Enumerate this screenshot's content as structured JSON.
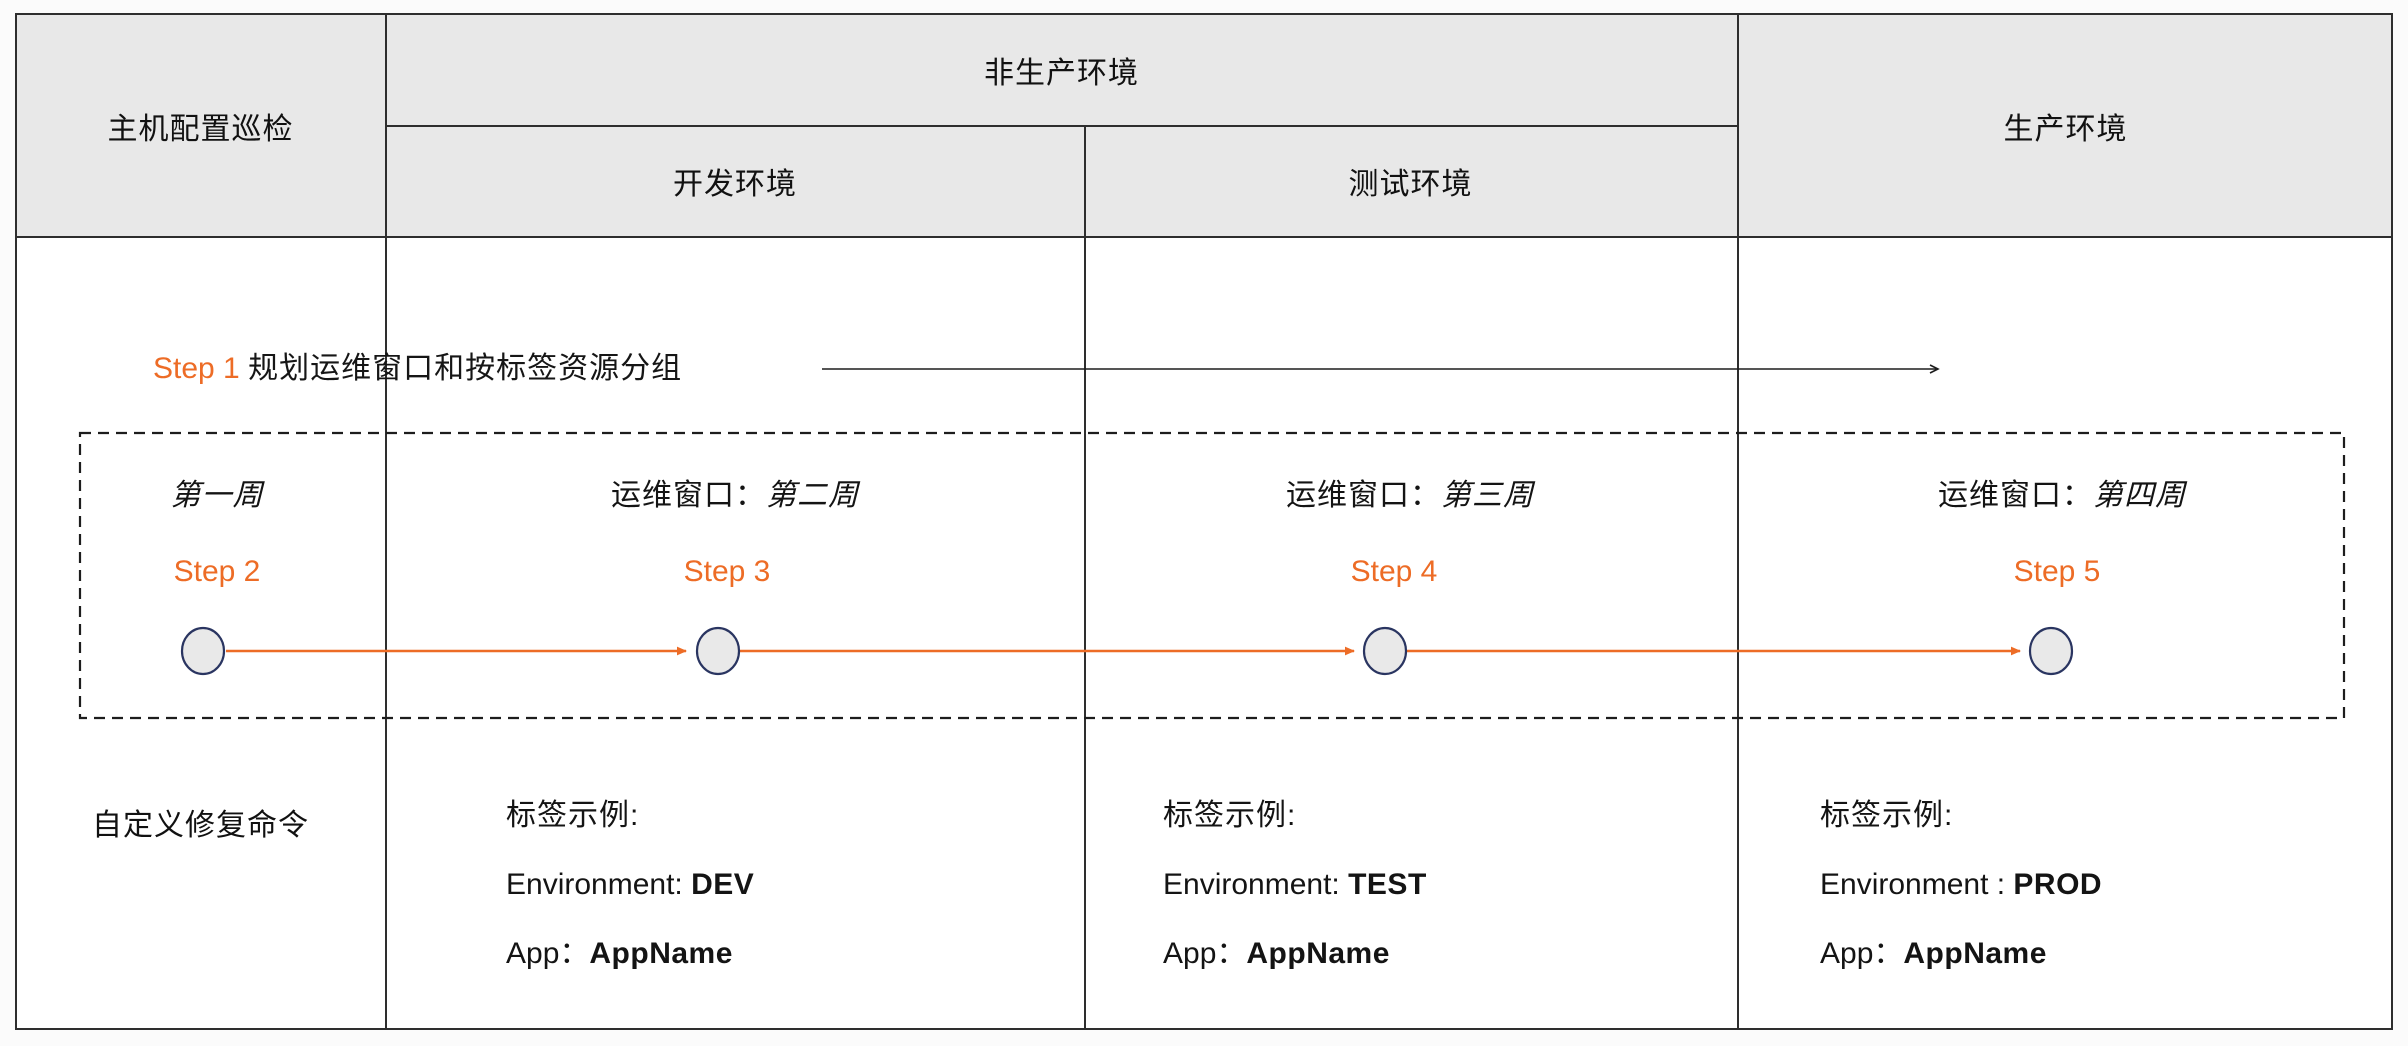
{
  "header": {
    "host_inspection": "主机配置巡检",
    "non_prod": "非生产环境",
    "dev": "开发环境",
    "test": "测试环境",
    "prod": "生产环境"
  },
  "step1": {
    "label": "Step 1",
    "text": "规划运维窗口和按标签资源分组"
  },
  "timeline": {
    "weeks": [
      {
        "prefix": "",
        "week": "第一周"
      },
      {
        "prefix": "运维窗口：",
        "week": "第二周"
      },
      {
        "prefix": "运维窗口：",
        "week": "第三周"
      },
      {
        "prefix": "运维窗口：",
        "week": "第四周"
      }
    ],
    "steps": [
      {
        "label": "Step 2"
      },
      {
        "label": "Step 3"
      },
      {
        "label": "Step 4"
      },
      {
        "label": "Step 5"
      }
    ]
  },
  "bottom": {
    "custom_repair": "自定义修复命令",
    "tag_examples": [
      {
        "title": "标签示例:",
        "env_label": "Environment: ",
        "env_value": "DEV",
        "app_label": "App：",
        "app_value": "AppName"
      },
      {
        "title": "标签示例:",
        "env_label": "Environment: ",
        "env_value": "TEST",
        "app_label": "App：",
        "app_value": "AppName"
      },
      {
        "title": "标签示例:",
        "env_label": "Environment : ",
        "env_value": "PROD",
        "app_label": "App：",
        "app_value": "AppName"
      }
    ]
  },
  "colors": {
    "accent_orange": "#ED6C26",
    "header_bg": "#E8E8E8",
    "node_fill": "#E9E9E9",
    "node_border": "#2A3561",
    "line_dark": "#2E2E2E"
  }
}
